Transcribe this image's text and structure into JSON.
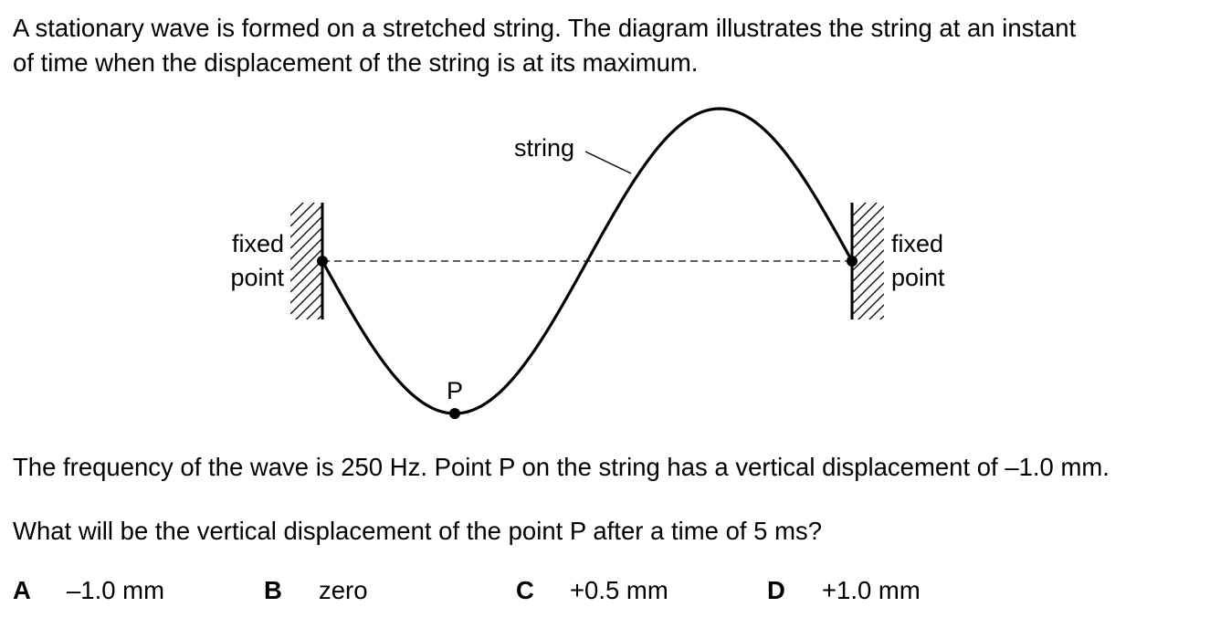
{
  "intro": {
    "line1": "A stationary wave is formed on a stretched string. The diagram illustrates the string at an instant",
    "line2": "of time when the displacement of the string is at its maximum."
  },
  "diagram": {
    "string_label": "string",
    "left_label_line1": "fixed",
    "left_label_line2": "point",
    "right_label_line1": "fixed",
    "right_label_line2": "point",
    "point_label": "P"
  },
  "frequency_text": "The frequency of the wave is 250 Hz. Point P on the string has a vertical displacement of –1.0 mm.",
  "question_text": "What will be the vertical displacement of the point P after a time of 5 ms?",
  "options": [
    {
      "letter": "A",
      "value": "–1.0 mm"
    },
    {
      "letter": "B",
      "value": "zero"
    },
    {
      "letter": "C",
      "value": "+0.5 mm"
    },
    {
      "letter": "D",
      "value": "+1.0 mm"
    }
  ]
}
